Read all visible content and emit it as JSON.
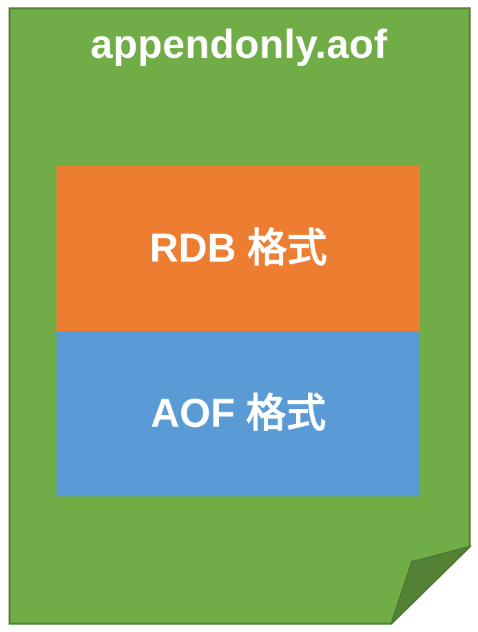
{
  "file": {
    "name": "appendonly.aof"
  },
  "sections": [
    {
      "label": "RDB 格式",
      "color": "#ED7D31"
    },
    {
      "label": "AOF 格式",
      "color": "#5B9BD5"
    }
  ],
  "colors": {
    "document_fill": "#70AD47",
    "document_border": "#548235",
    "fold_fill": "#548235",
    "text": "#FFFFFF"
  }
}
